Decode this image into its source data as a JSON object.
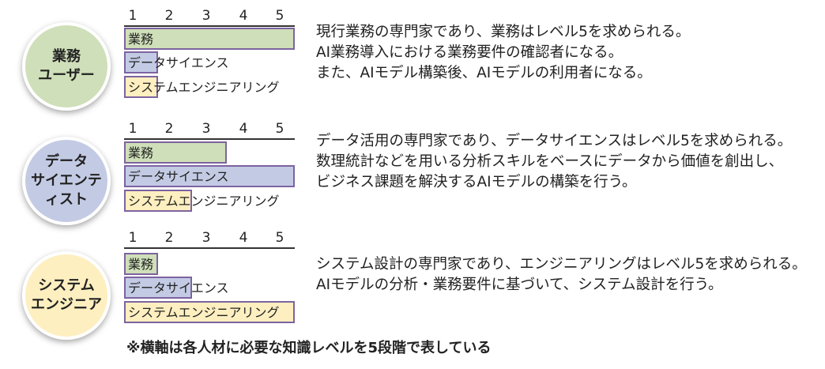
{
  "colors": {
    "business": "#cfdfb9",
    "datascience": "#c3cbe4",
    "system": "#fdefc0"
  },
  "axis_ticks": [
    "1",
    "2",
    "3",
    "4",
    "5"
  ],
  "skill_labels": [
    "業務",
    "データサイエンス",
    "システムエンジニアリング"
  ],
  "roles": [
    {
      "name_lines": [
        "業務",
        "ユーザー"
      ],
      "color": "#cfdfb9",
      "levels": [
        5,
        1,
        1
      ],
      "description": [
        "現行業務の専門家であり、業務はレベル5を求められる。",
        "AI業務導入における業務要件の確認者になる。",
        "また、AIモデル構築後、AIモデルの利用者になる。"
      ]
    },
    {
      "name_lines": [
        "データ",
        "サイエンティスト"
      ],
      "color": "#c3cbe4",
      "levels": [
        3,
        5,
        2
      ],
      "description": [
        "データ活用の専門家であり、データサイエンスはレベル5を求められる。",
        "数理統計などを用いる分析スキルをベースにデータから価値を創出し、",
        "ビジネス課題を解決するAIモデルの構築を行う。"
      ]
    },
    {
      "name_lines": [
        "システム",
        "エンジニア"
      ],
      "color": "#fdefc0",
      "levels": [
        1,
        2,
        5
      ],
      "description": [
        "システム設計の専門家であり、エンジニアリングはレベル5を求められる。",
        "AIモデルの分析・業務要件に基づいて、システム設計を行う。"
      ]
    }
  ],
  "footnote": "※横軸は各人材に必要な知識レベルを5段階で表している"
}
